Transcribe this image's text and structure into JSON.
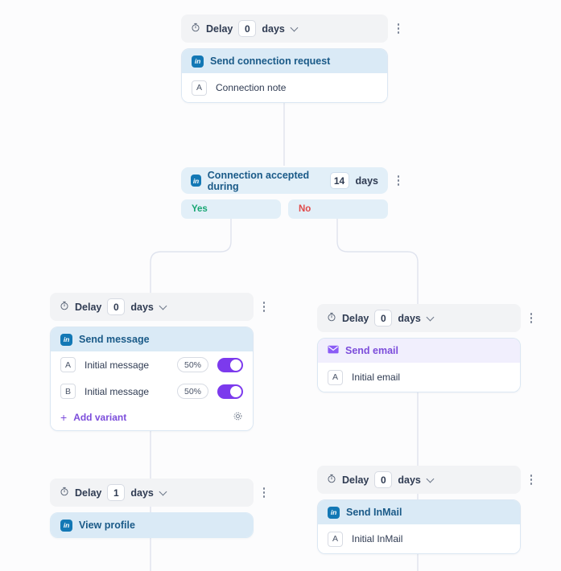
{
  "workflow": {
    "delay_label": "Delay",
    "delay_unit": "days",
    "menu_icon": "kebab-menu-icon",
    "nodes": [
      {
        "id": "send-connection-request",
        "delay_value": "0",
        "icon": "linkedin-icon",
        "title": "Send connection request",
        "items": [
          {
            "badge": "A",
            "label": "Connection note"
          }
        ]
      },
      {
        "id": "connection-accepted",
        "icon": "linkedin-icon",
        "title_before": "Connection accepted during",
        "value": "14",
        "title_after": "days",
        "branch_yes": "Yes",
        "branch_no": "No"
      },
      {
        "id": "send-message",
        "delay_value": "0",
        "icon": "linkedin-icon",
        "title": "Send message",
        "items": [
          {
            "badge": "A",
            "label": "Initial message",
            "percent": "50%",
            "toggle": "on"
          },
          {
            "badge": "B",
            "label": "Initial message",
            "percent": "50%",
            "toggle": "on"
          }
        ],
        "add_variant": "Add variant",
        "settings_icon": "gear-icon"
      },
      {
        "id": "send-email",
        "delay_value": "0",
        "icon": "envelope-icon",
        "title": "Send email",
        "items": [
          {
            "badge": "A",
            "label": "Initial email"
          }
        ]
      },
      {
        "id": "view-profile",
        "delay_value": "1",
        "icon": "linkedin-icon",
        "title": "View profile",
        "items": []
      },
      {
        "id": "send-inmail",
        "delay_value": "0",
        "icon": "linkedin-icon",
        "title": "Send InMail",
        "items": [
          {
            "badge": "A",
            "label": "Initial InMail"
          }
        ]
      }
    ]
  },
  "colors": {
    "linkedin_blue": "#1378b5",
    "header_blue_bg": "#daeaf6",
    "header_purple_bg": "#f1effd",
    "purple": "#7c4ddb",
    "toggle_purple": "#7c3aed",
    "yes_green": "#17a673",
    "no_red": "#e04a4a",
    "canvas_bg": "#fcfcfd"
  }
}
